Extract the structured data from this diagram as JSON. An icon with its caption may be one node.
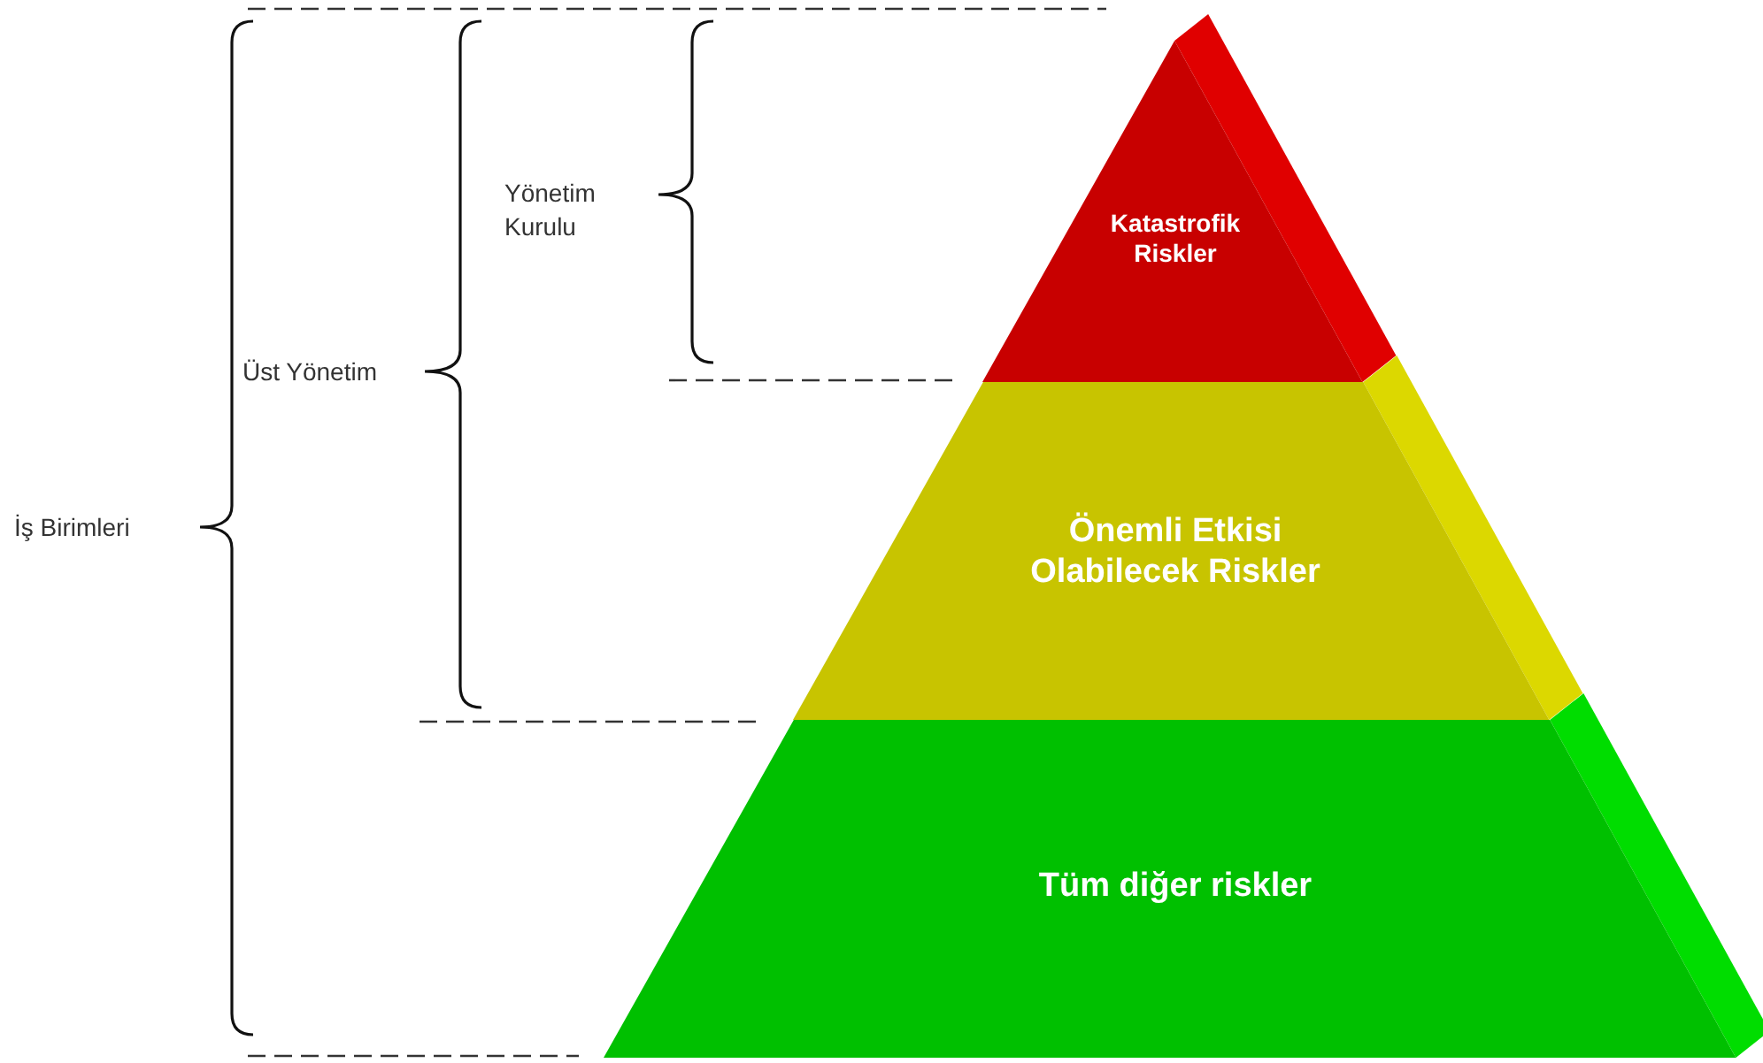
{
  "diagram": {
    "nodes": [
      {
        "text": [
          "Katastrofik Riskler"
        ]
      },
      {
        "text": [
          "Önemli Etkisi Olabilecek Riskler"
        ]
      },
      {
        "text": [
          "Tüm diğer riskler"
        ]
      }
    ],
    "labels": [
      "Yönetim Kurulu",
      "Üst Yönetim",
      "İş Birimleri"
    ]
  }
}
